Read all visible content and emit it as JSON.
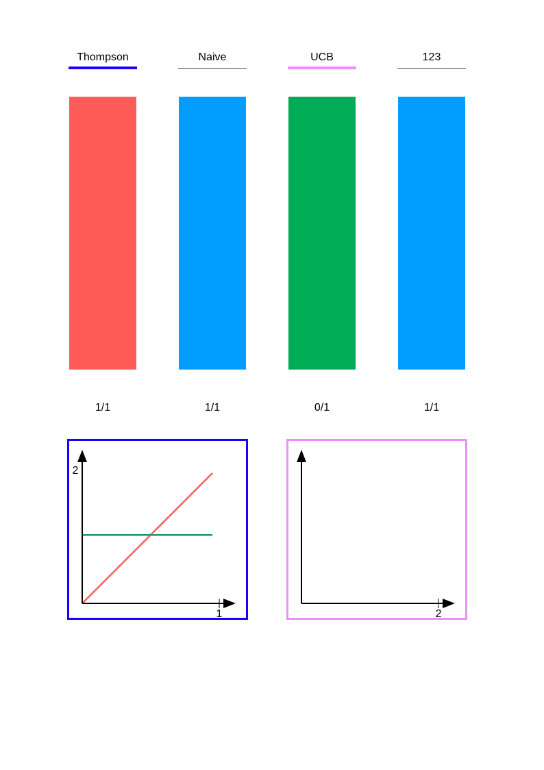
{
  "columns": [
    {
      "label": "Thompson",
      "underline_color": "#1a00ff",
      "underline_style": "thick",
      "bar_color": "#ff5b58",
      "score": "1/1"
    },
    {
      "label": "Naive",
      "underline_color": "#555555",
      "underline_style": "thin",
      "bar_color": "#039cff",
      "score": "1/1"
    },
    {
      "label": "UCB",
      "underline_color": "#ea90f8",
      "underline_style": "thick",
      "bar_color": "#00ad56",
      "score": "0/1"
    },
    {
      "label": "123",
      "underline_color": "#555555",
      "underline_style": "thin",
      "bar_color": "#039cff",
      "score": "1/1"
    }
  ],
  "plots": [
    {
      "frame_color": "#1a00ff",
      "x_tick_label": "1",
      "y_tick_label": "2",
      "lines": [
        {
          "color": "#ff5b58",
          "points": [
            [
              0,
              0
            ],
            [
              1,
              2
            ]
          ]
        },
        {
          "color": "#1a9a6e",
          "points": [
            [
              0,
              1.05
            ],
            [
              1,
              1.05
            ]
          ]
        }
      ]
    },
    {
      "frame_color": "#ea90f8",
      "x_tick_label": "2",
      "y_tick_label": "",
      "lines": []
    }
  ]
}
